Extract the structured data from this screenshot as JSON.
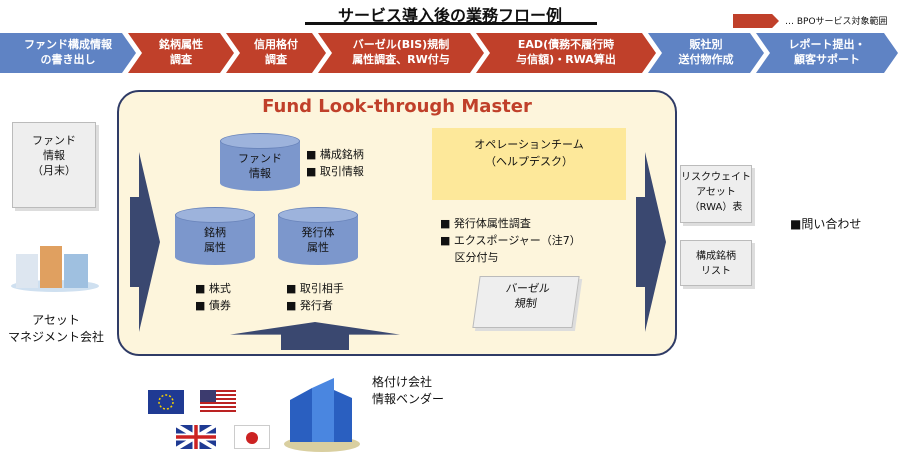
{
  "title": "サービス導入後の業務フロー例",
  "legend": {
    "label": "… BPOサービス対象範囲",
    "color": "#c0402a"
  },
  "flow": [
    {
      "label": "ファンド構成情報\nの書き出し",
      "bpo": false
    },
    {
      "label": "銘柄属性\n調査",
      "bpo": true
    },
    {
      "label": "信用格付\n調査",
      "bpo": true
    },
    {
      "label": "バーゼル(BIS)規制\n属性調査、RW付与",
      "bpo": true
    },
    {
      "label": "EAD(債務不履行時\n与信額)・RWA算出",
      "bpo": true
    },
    {
      "label": "販社別\n送付物作成",
      "bpo": false
    },
    {
      "label": "レポート提出・\n顧客サポート",
      "bpo": false
    }
  ],
  "left": {
    "doc": "ファンド\n情報\n（月末）",
    "company": "アセット\nマネジメント会社"
  },
  "master": {
    "title": "Fund Look-through Master",
    "fund_db": "ファンド\n情報",
    "fund_items": "■ 構成銘柄\n■ 取引情報",
    "security_db": "銘柄\n属性",
    "security_items": "■ 株式\n■ 債券",
    "issuer_db": "発行体\n属性",
    "issuer_items": "■ 取引相手\n■ 発行者",
    "ops_team": "オペレーションチーム\n（ヘルプデスク）",
    "ops_items": "■ 発行体属性調査\n■ エクスポージャー（注7）\n　 区分付与",
    "basel_doc": "バーゼル\n規制"
  },
  "outputs": [
    "リスクウェイト\nアセット\n（RWA）表",
    "構成銘柄\nリスト"
  ],
  "inquiry": "■問い合わせ",
  "vendors": "格付け会社\n情報ベンダー"
}
